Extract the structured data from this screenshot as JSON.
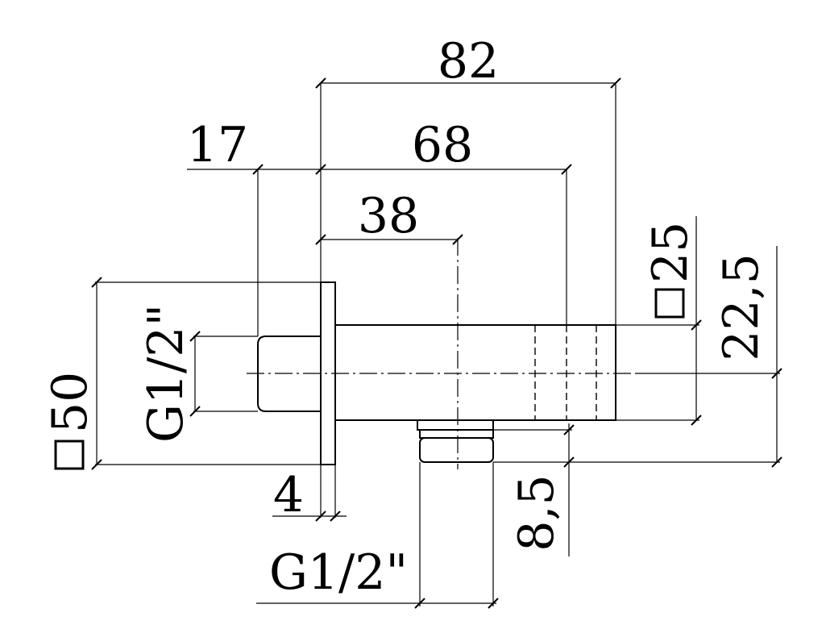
{
  "dimensions": {
    "overall_length": "82",
    "to_rear_depth": "68",
    "to_outlet_center": "38",
    "inlet_length": "17",
    "plate_thickness": "4",
    "tube_square": "25",
    "plate_square": "50",
    "outlet_offset": "22,5",
    "outlet_height": "8,5",
    "inlet_thread": "G1/2\"",
    "outlet_thread": "G1/2\""
  }
}
